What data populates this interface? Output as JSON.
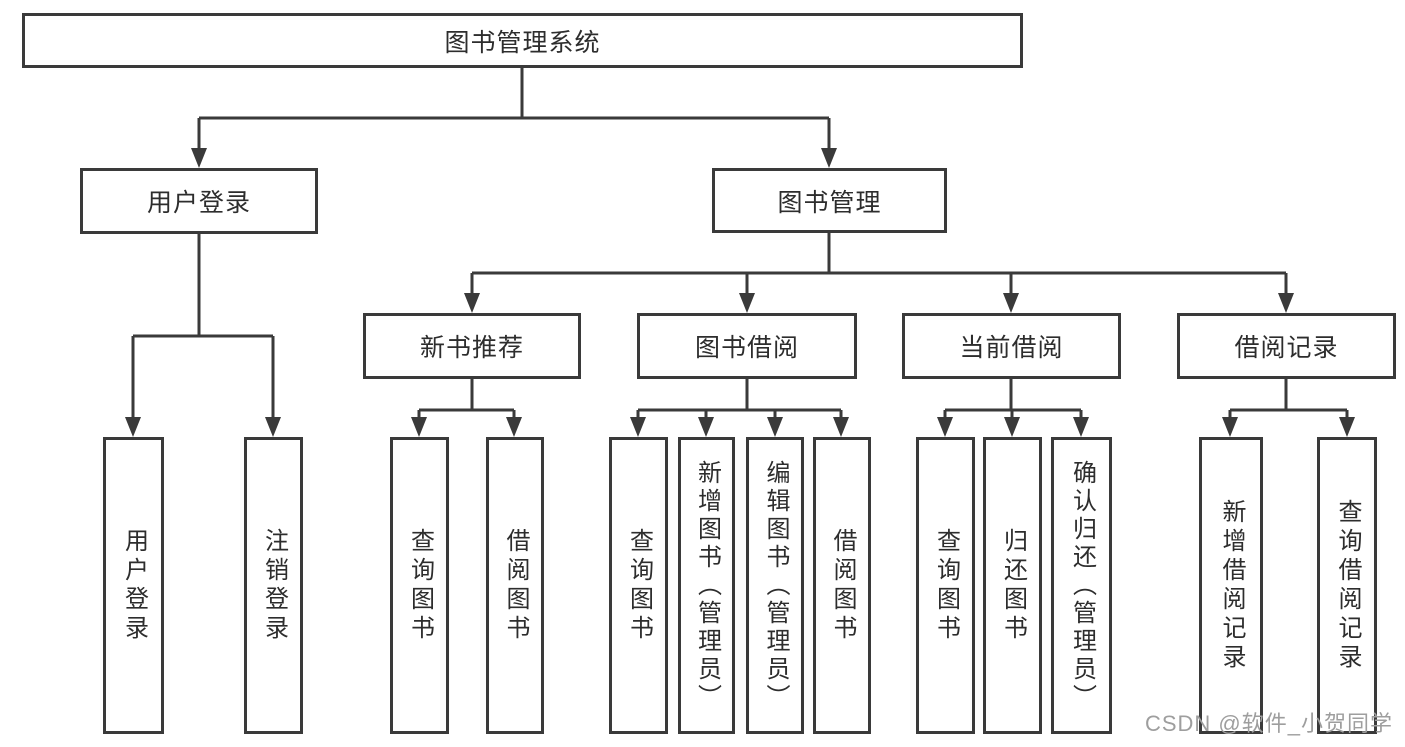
{
  "diagram": {
    "root": {
      "label": "图书管理系统",
      "children": [
        {
          "label": "用户登录",
          "children": [
            {
              "label": "用户登录"
            },
            {
              "label": "注销登录"
            }
          ]
        },
        {
          "label": "图书管理",
          "children": [
            {
              "label": "新书推荐",
              "children": [
                {
                  "label": "查询图书"
                },
                {
                  "label": "借阅图书"
                }
              ]
            },
            {
              "label": "图书借阅",
              "children": [
                {
                  "label": "查询图书"
                },
                {
                  "label": "新增图书（管理员）"
                },
                {
                  "label": "编辑图书（管理员）"
                },
                {
                  "label": "借阅图书"
                }
              ]
            },
            {
              "label": "当前借阅",
              "children": [
                {
                  "label": "查询图书"
                },
                {
                  "label": "归还图书"
                },
                {
                  "label": "确认归还（管理员）"
                }
              ]
            },
            {
              "label": "借阅记录",
              "children": [
                {
                  "label": "新增借阅记录"
                },
                {
                  "label": "查询借阅记录"
                }
              ]
            }
          ]
        }
      ]
    }
  },
  "watermark": {
    "text": "CSDN @软件_小贺同学"
  },
  "colors": {
    "line": "#3a3a3a",
    "text": "#2d2d2d",
    "watermark": "#9e9e9e",
    "bg": "#ffffff"
  }
}
